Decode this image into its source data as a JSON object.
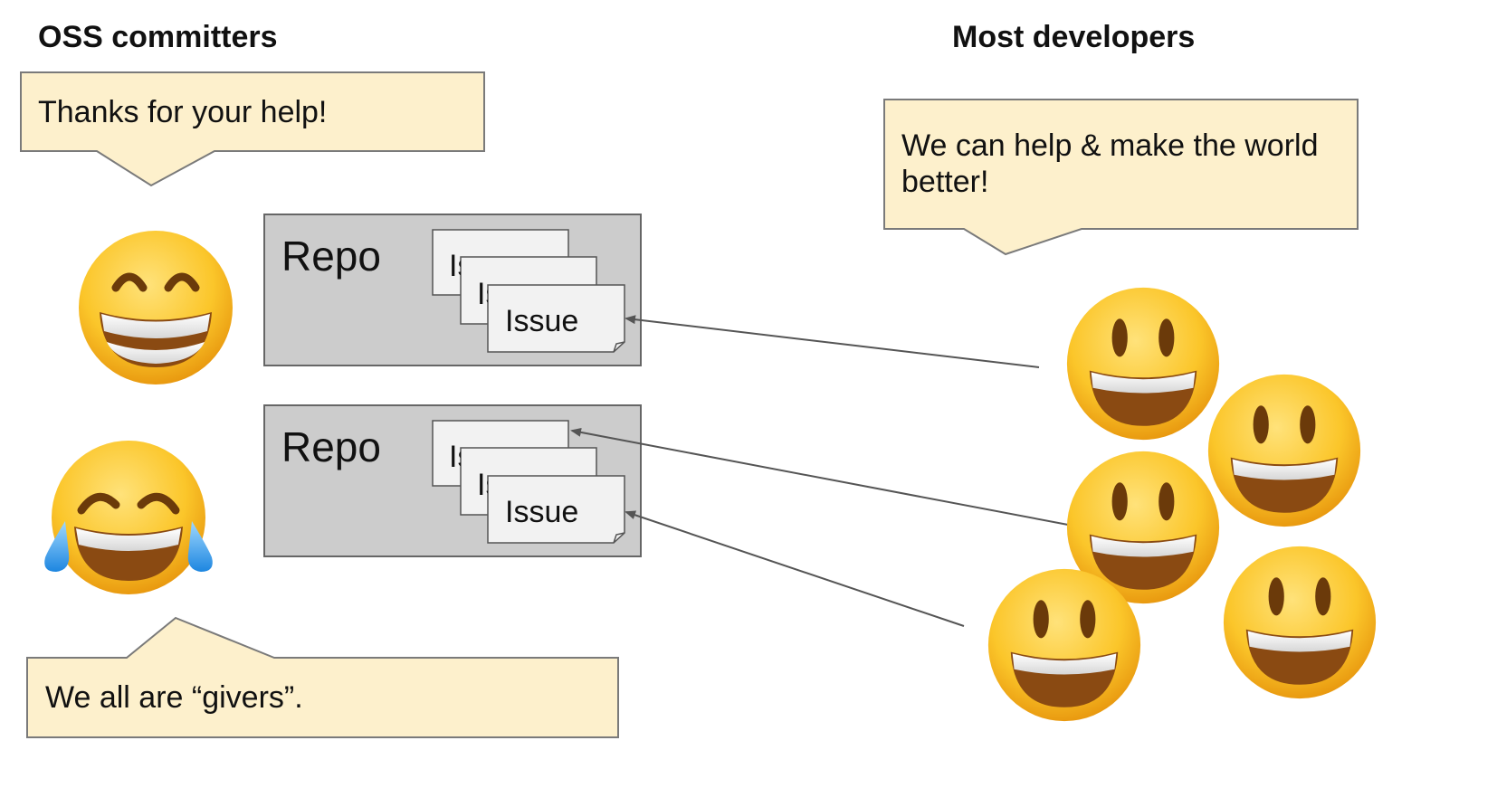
{
  "headings": {
    "left": "OSS committers",
    "right": "Most developers"
  },
  "callouts": {
    "thanks": "Thanks for your help!",
    "help": "We can help & make the world better!",
    "givers": "We all are “givers”."
  },
  "repos": [
    {
      "label": "Repo",
      "issues": [
        "Issue",
        "Issue",
        "Issue"
      ]
    },
    {
      "label": "Repo",
      "issues": [
        "Issue",
        "Issue",
        "Issue"
      ]
    }
  ],
  "colors": {
    "callout_fill": "#fdf0cc",
    "callout_stroke": "#7a7a7a",
    "repo_fill": "#cccccc",
    "issue_fill": "#f2f2f2",
    "arrow": "#555555",
    "emoji_face": "#f9c221",
    "emoji_mouth": "#8a4a12"
  },
  "icons": {
    "committer_1": "grinning-squinting-face-icon",
    "committer_2": "face-with-tears-of-joy-icon",
    "developer": "grinning-face-with-big-eyes-icon"
  }
}
